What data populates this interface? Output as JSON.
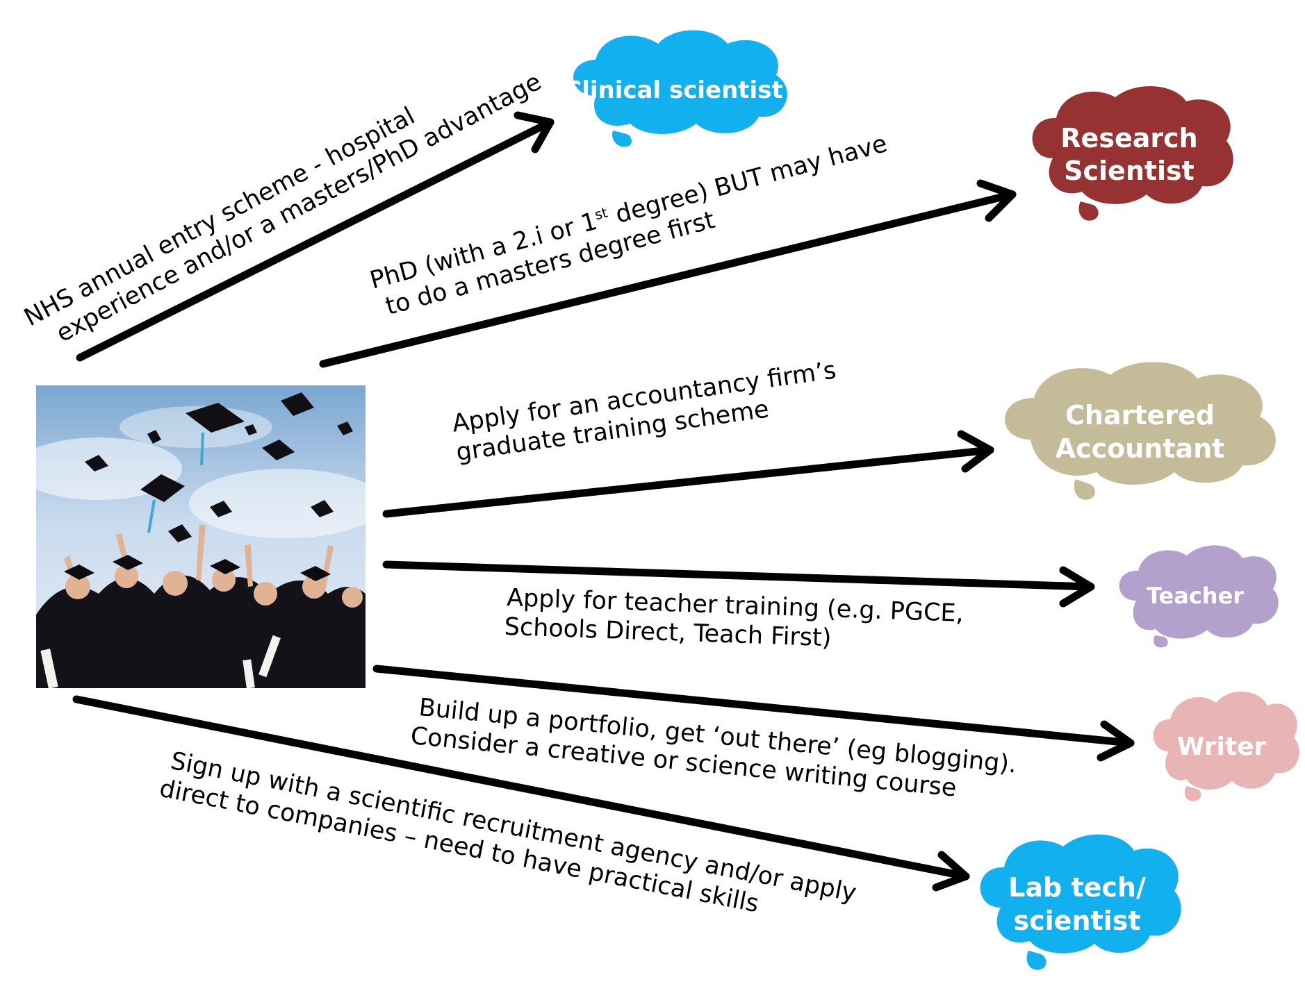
{
  "center_image": {
    "description_icon": "graduation-caps-photo-icon"
  },
  "careers": [
    {
      "id": "clinical",
      "label": "Clinical scientist",
      "color": "#12b0ee"
    },
    {
      "id": "research",
      "label": "Research\nScientist",
      "color": "#963232"
    },
    {
      "id": "accountant",
      "label": "Chartered\nAccountant",
      "color": "#c4bc98"
    },
    {
      "id": "teacher",
      "label": "Teacher",
      "color": "#b4a0cc"
    },
    {
      "id": "writer",
      "label": "Writer",
      "color": "#e8b4b4"
    },
    {
      "id": "labtech",
      "label": "Lab tech/\nscientist",
      "color": "#12b0ee"
    }
  ],
  "routes": {
    "clinical": {
      "line1": "NHS annual entry scheme - hospital",
      "line2": "experience and/or a masters/PhD advantage"
    },
    "research": {
      "line1_pre": "PhD (with a 2.i or 1",
      "line1_sup": "st",
      "line1_post": " degree) BUT may have",
      "line2": "to do a masters degree first"
    },
    "accountant": {
      "line1": "Apply for an accountancy firm’s",
      "line2": "graduate training scheme"
    },
    "teacher": {
      "line1": "Apply for teacher training (e.g. PGCE,",
      "line2": "Schools Direct, Teach First)"
    },
    "writer": {
      "line1": "Build up a portfolio, get ‘out there’ (eg blogging).",
      "line2": "Consider a creative or science writing course"
    },
    "labtech": {
      "line1": "Sign up with a scientific recruitment agency and/or apply",
      "line2": "direct to companies – need to have practical skills"
    }
  }
}
